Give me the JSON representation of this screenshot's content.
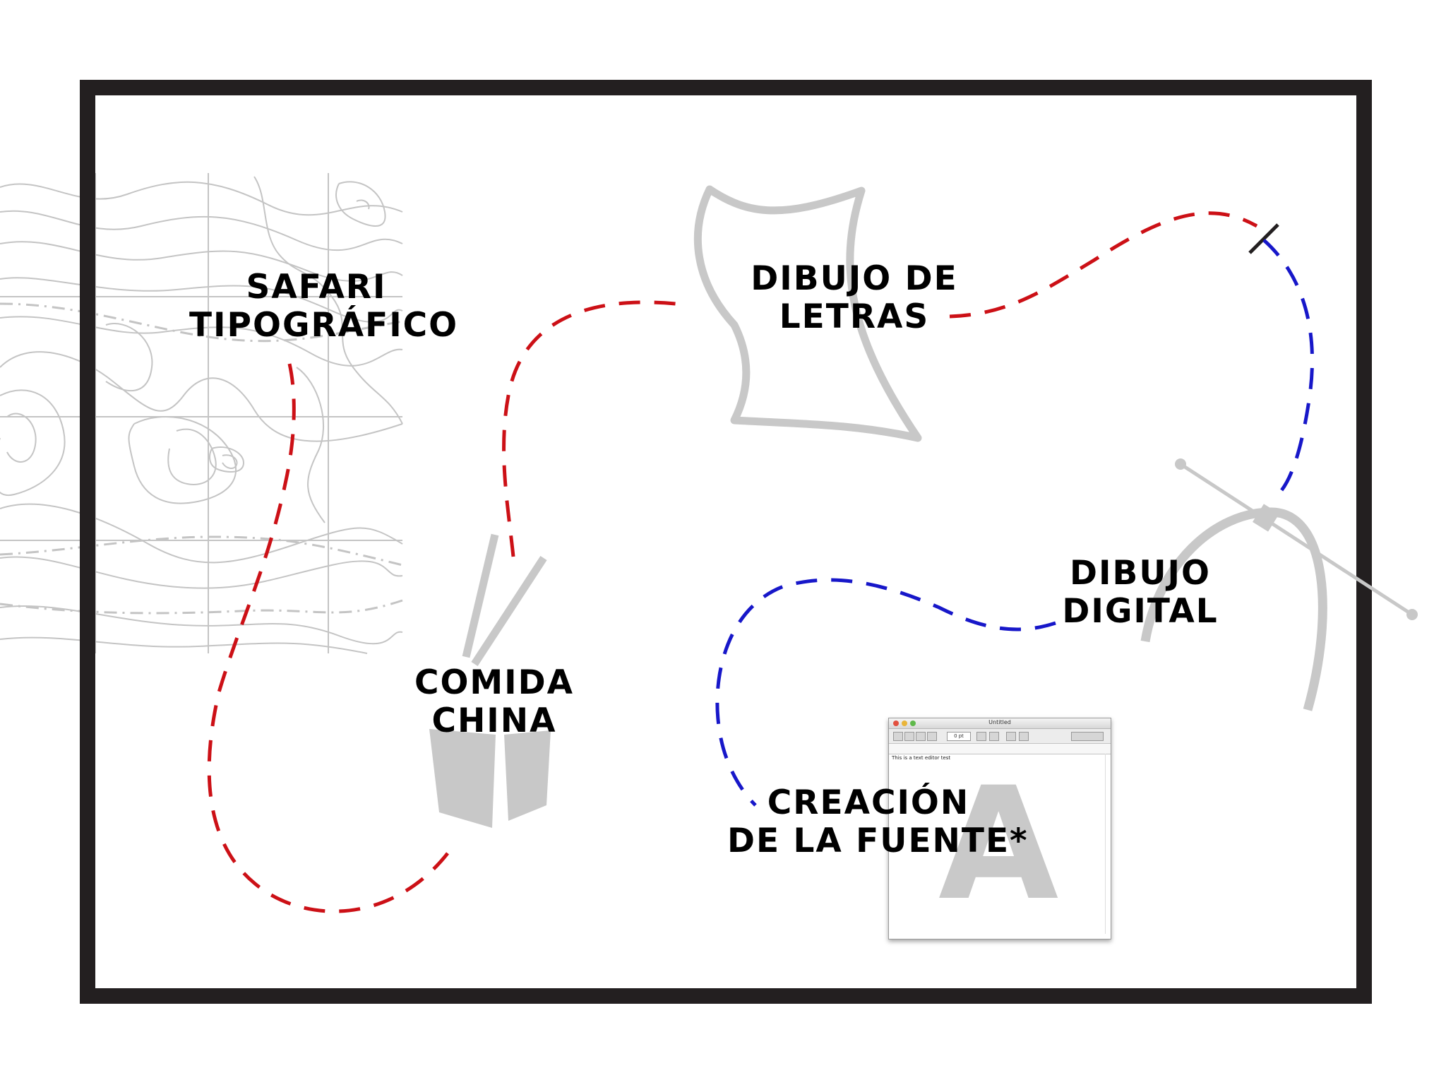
{
  "labels": {
    "safari": [
      "SAFARI",
      "TIPOGRÁFICO"
    ],
    "dibujo_letras": [
      "DIBUJO DE",
      "LETRAS"
    ],
    "dibujo_digital": [
      "DIBUJO",
      "DIGITAL"
    ],
    "comida_china": [
      "COMIDA",
      "CHINA"
    ],
    "creacion_fuente": [
      "CREACIÓN",
      "DE LA FUENTE*"
    ]
  },
  "editor": {
    "window_title": "Untitled",
    "point_size": "0 pt",
    "body_text": "This is a text editor test",
    "glyph": "A"
  },
  "colors": {
    "frame": "#231f20",
    "route_red": "#cc1016",
    "route_blue": "#1717c9",
    "illustration_gray": "#c8c8c8",
    "text": "#000000"
  }
}
